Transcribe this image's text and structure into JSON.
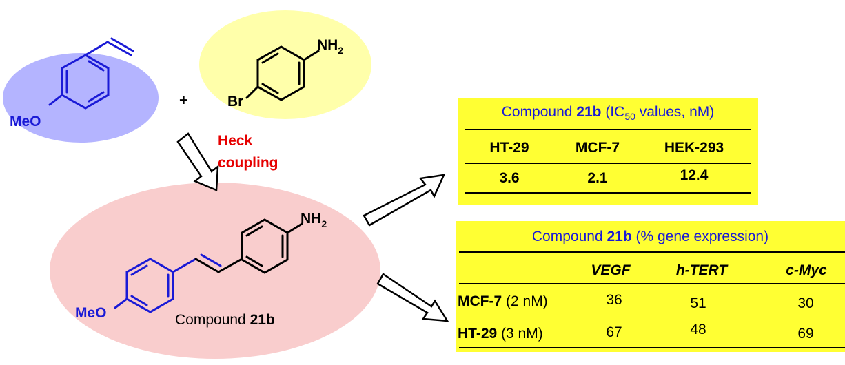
{
  "colors": {
    "methoxy_blob": "#b4b4ff",
    "bromo_blob": "#ffffaa",
    "product_blob": "#f9cdcd",
    "table_bg": "#ffff33",
    "blue_text": "#1a1ad6",
    "red_text": "#e60000"
  },
  "labels": {
    "plus": "+",
    "meo": "MeO",
    "br": "Br",
    "nh2_prefix": "NH",
    "nh2_sub": "2",
    "heck_line1": "Heck",
    "heck_line2": "coupling",
    "compound_prefix": "Compound ",
    "compound_id": "21b"
  },
  "ic50_table": {
    "title_prefix": "Compound ",
    "title_id": "21b",
    "title_mid": " (IC",
    "title_sub": "50",
    "title_suffix": " values, nM)",
    "columns": [
      "HT-29",
      "MCF-7",
      "HEK-293"
    ],
    "values": [
      "3.6",
      "2.1",
      "12.4"
    ]
  },
  "gene_table": {
    "title_prefix": "Compound ",
    "title_id": "21b",
    "title_suffix": " (% gene expression)",
    "columns": [
      "VEGF",
      "h-TERT",
      "c-Myc"
    ],
    "rows": [
      {
        "cell": "MCF-7",
        "dose": " (2 nM)",
        "values": [
          "36",
          "51",
          "30"
        ]
      },
      {
        "cell": "HT-29",
        "dose": " (3 nM)",
        "values": [
          "67",
          "48",
          "69"
        ]
      }
    ]
  }
}
